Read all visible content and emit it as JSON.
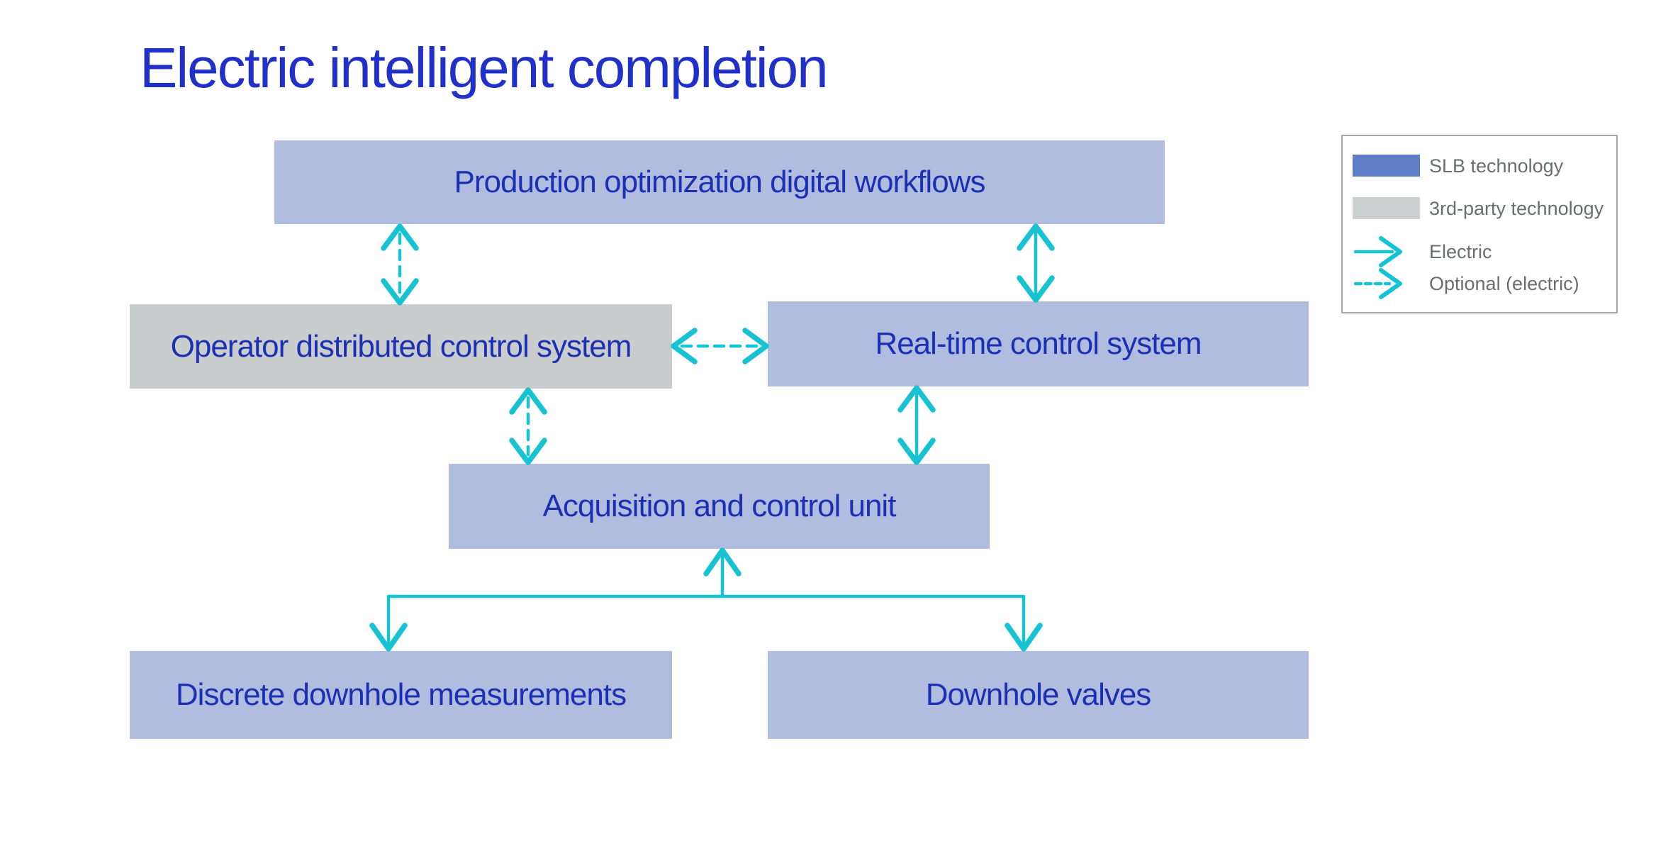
{
  "title": "Electric intelligent completion",
  "diagram": {
    "boxes": [
      {
        "id": "production-workflows",
        "label": "Production optimization digital workflows",
        "type": "slb"
      },
      {
        "id": "operator-dcs",
        "label": "Operator distributed control system",
        "type": "third-party"
      },
      {
        "id": "real-time-control",
        "label": "Real-time control system",
        "type": "slb"
      },
      {
        "id": "acquisition-control-unit",
        "label": "Acquisition and control unit",
        "type": "slb"
      },
      {
        "id": "discrete-downhole-measurements",
        "label": "Discrete downhole measurements",
        "type": "slb"
      },
      {
        "id": "downhole-valves",
        "label": "Downhole valves",
        "type": "slb"
      }
    ],
    "edges": [
      {
        "from": "production-workflows",
        "to": "operator-dcs",
        "style": "optional-electric",
        "arrows": "both"
      },
      {
        "from": "production-workflows",
        "to": "real-time-control",
        "style": "electric",
        "arrows": "both"
      },
      {
        "from": "operator-dcs",
        "to": "real-time-control",
        "style": "optional-electric",
        "arrows": "both"
      },
      {
        "from": "operator-dcs",
        "to": "acquisition-control-unit",
        "style": "optional-electric",
        "arrows": "both"
      },
      {
        "from": "real-time-control",
        "to": "acquisition-control-unit",
        "style": "electric",
        "arrows": "both"
      },
      {
        "from": "acquisition-control-unit",
        "to": "discrete-downhole-measurements",
        "style": "electric",
        "branch": true
      },
      {
        "from": "acquisition-control-unit",
        "to": "downhole-valves",
        "style": "electric",
        "branch": true
      }
    ]
  },
  "legend": {
    "items": [
      {
        "swatch": "slb-blue-swatch",
        "label": "SLB technology"
      },
      {
        "swatch": "third-party-gray-swatch",
        "label": "3rd-party technology"
      },
      {
        "swatch": "electric-arrow",
        "label": "Electric"
      },
      {
        "swatch": "optional-electric-arrow",
        "label": "Optional (electric)"
      }
    ]
  },
  "colors": {
    "title_text": "#2130c8",
    "box_text": "#1d2fb5",
    "slb_box_fill": "#b1bddf",
    "third_party_box_fill": "#c9cdcd",
    "legend_slb_swatch": "#5f7ec7",
    "legend_third_party_swatch": "#ccd0d1",
    "legend_text": "#6b6e71",
    "electric_cyan": "#17c3d3"
  }
}
